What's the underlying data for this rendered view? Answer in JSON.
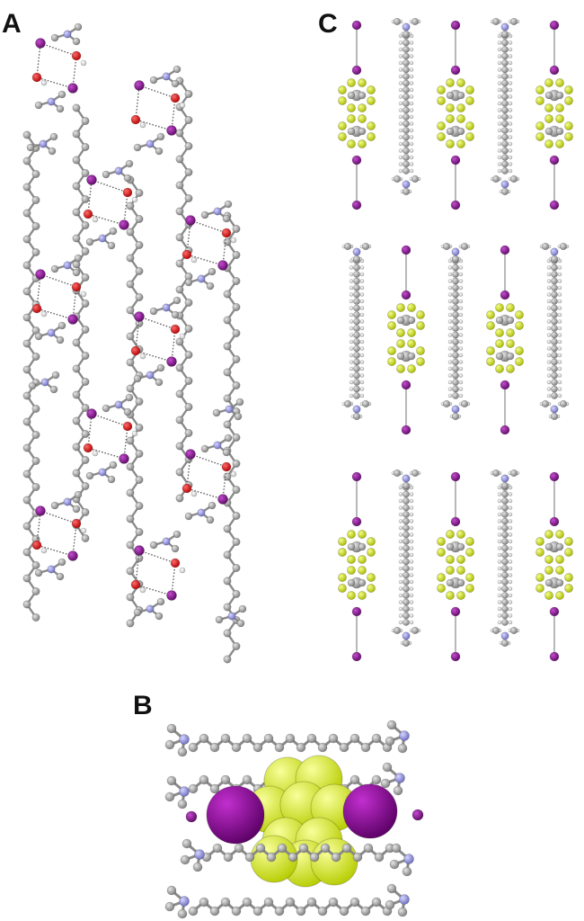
{
  "panels": [
    {
      "label": "A"
    },
    {
      "label": "B"
    },
    {
      "label": "C"
    }
  ],
  "colors": {
    "carbon": "#9a9a9a",
    "iodine": "#8b1a94",
    "oxygen": "#e01010",
    "nitrogen": "#8c8cd8",
    "hydrogen": "#f2f2f2",
    "fluorine": "#d8f000"
  }
}
